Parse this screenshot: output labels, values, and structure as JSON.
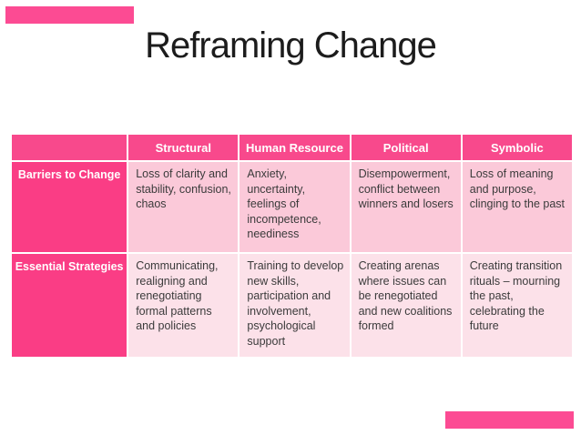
{
  "slide": {
    "title": "Reframing Change",
    "background_color": "#ffffff",
    "title_color": "#1c1c1c",
    "decor_bar_color": "#fc4b93"
  },
  "table": {
    "colors": {
      "header_bg": "#f8498c",
      "row_header_bg": "#fa3d85",
      "row1_body_bg": "#fbc9d9",
      "row2_body_bg": "#fce1e9",
      "header_text": "#ffffff",
      "body_text": "#3b3b3b"
    },
    "corner_label": "",
    "columns": [
      "Structural",
      "Human Resource",
      "Political",
      "Symbolic"
    ],
    "rows": [
      {
        "header": "Barriers to Change",
        "cells": [
          "Loss of clarity and stability, confusion, chaos",
          "Anxiety, uncertainty, feelings of incompetence, neediness",
          "Disempowerment, conflict between winners and losers",
          "Loss of meaning and purpose, clinging to the past"
        ]
      },
      {
        "header": "Essential Strategies",
        "cells": [
          "Communicating, realigning and renegotiating formal patterns and policies",
          "Training to develop new skills, participation and involvement, psychological support",
          "Creating arenas where issues can be renegotiated and new coalitions formed",
          "Creating transition rituals – mourning the past, celebrating the future"
        ]
      }
    ]
  }
}
